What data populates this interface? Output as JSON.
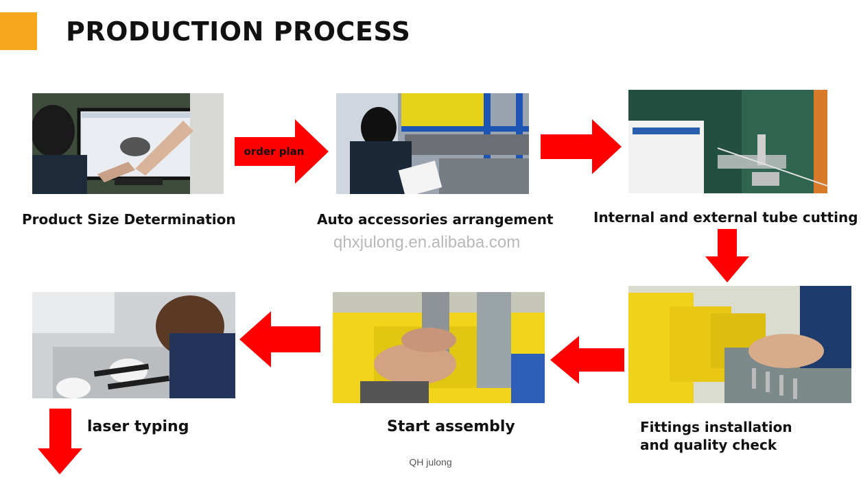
{
  "header": {
    "title": "PRODUCTION PROCESS",
    "accent_color": "#F5A81C"
  },
  "arrow_color": "#FF0000",
  "steps": [
    {
      "label": "Product Size Determination"
    },
    {
      "label": "Auto accessories arrangement"
    },
    {
      "label": "Internal and external tube cutting"
    },
    {
      "label": "Fittings installation and quality check"
    },
    {
      "label": "Start assembly"
    },
    {
      "label": "laser typing"
    }
  ],
  "arrows": {
    "first_label": "order plan"
  },
  "watermark": "qhxjulong.en.alibaba.com",
  "footer": "QH julong"
}
